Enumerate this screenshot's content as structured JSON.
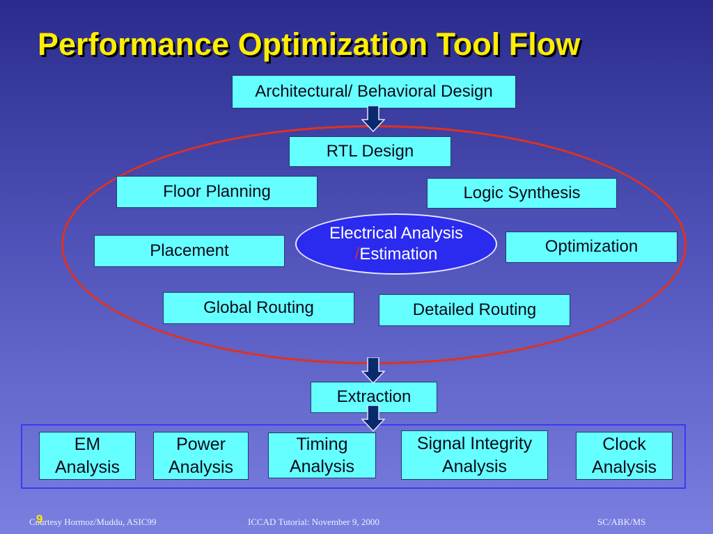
{
  "title": "Performance Optimization Tool Flow",
  "nodes": {
    "architectural": "Architectural/ Behavioral Design",
    "rtl": "RTL Design",
    "floor_planning": "Floor Planning",
    "logic_synthesis": "Logic Synthesis",
    "placement": "Placement",
    "optimization": "Optimization",
    "global_routing": "Global Routing",
    "detailed_routing": "Detailed Routing",
    "extraction": "Extraction",
    "center_line1": "Electrical Analysis",
    "center_slash": "/",
    "center_line2": "Estimation"
  },
  "analyses": {
    "em": "EM\nAnalysis",
    "power": "Power\nAnalysis",
    "timing": "Timing\nAnalysis",
    "signal_integrity": "Signal Integrity\nAnalysis",
    "clock": "Clock\nAnalysis"
  },
  "footer": {
    "left": "Courtesy Hormoz/Muddu, ASIC99",
    "page": "9",
    "center": "ICCAD Tutorial: November 9, 2000",
    "right": "SC/ABK/MS"
  },
  "colors": {
    "box_fill": "#66ffff",
    "title": "#ffee00",
    "ellipse_outline": "#e0321e",
    "center_fill": "#2b2bf0",
    "arrow_fill": "#0a2a6e"
  }
}
